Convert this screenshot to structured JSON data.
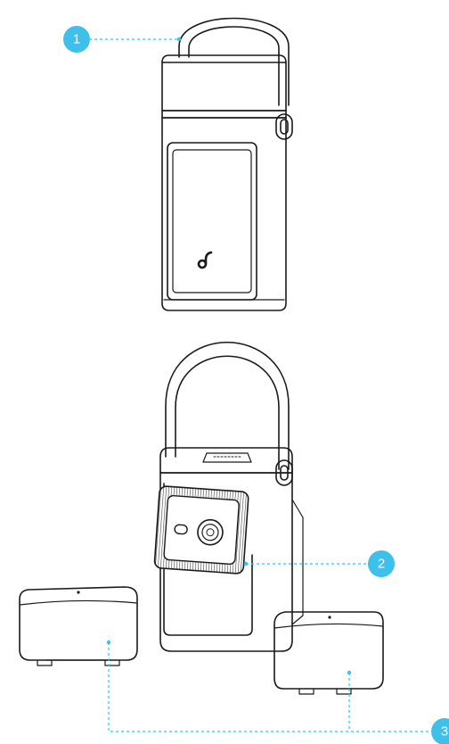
{
  "callouts": [
    {
      "number": "1",
      "part": "handle"
    },
    {
      "number": "2",
      "part": "projector-body"
    },
    {
      "number": "3",
      "part": "side-speakers"
    }
  ],
  "colors": {
    "callout": "#3fc0ea",
    "line_art": "#1a1a1a",
    "background": "#ffffff"
  },
  "icons": {
    "brand_logo": "brand-logo-icon"
  }
}
